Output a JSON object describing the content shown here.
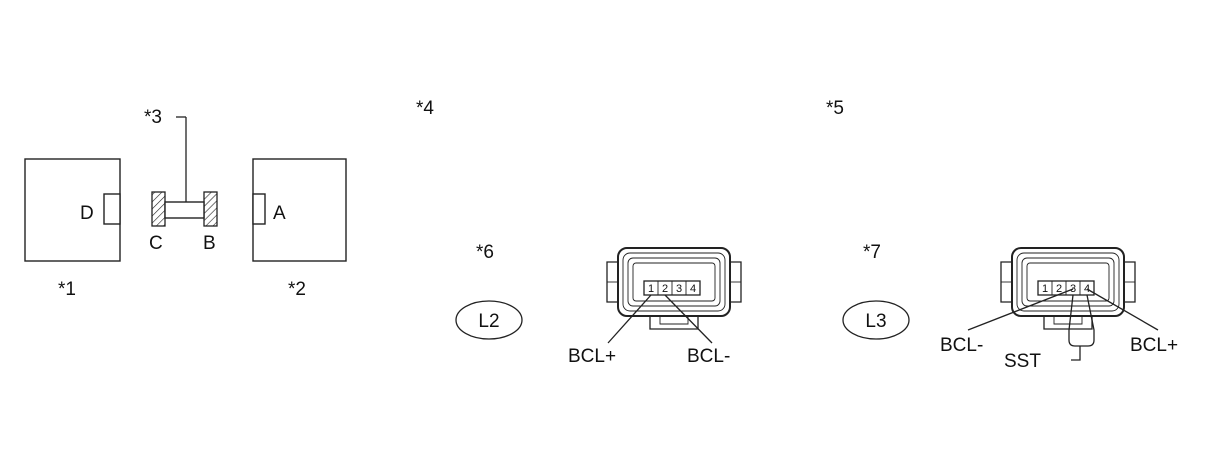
{
  "callouts": {
    "c1": "*1",
    "c2": "*2",
    "c3": "*3",
    "c4": "*4",
    "c5": "*5",
    "c6": "*6",
    "c7": "*7"
  },
  "connector_labels": {
    "d": "D",
    "c": "C",
    "b": "B",
    "a": "A"
  },
  "connectors": {
    "l2": {
      "id": "L2",
      "pins": [
        "1",
        "2",
        "3",
        "4"
      ],
      "left_label": "BCL+",
      "right_label": "BCL-"
    },
    "l3": {
      "id": "L3",
      "pins": [
        "1",
        "2",
        "3",
        "4"
      ],
      "left_label": "BCL-",
      "right_label": "BCL+",
      "tool_label": "SST"
    }
  }
}
